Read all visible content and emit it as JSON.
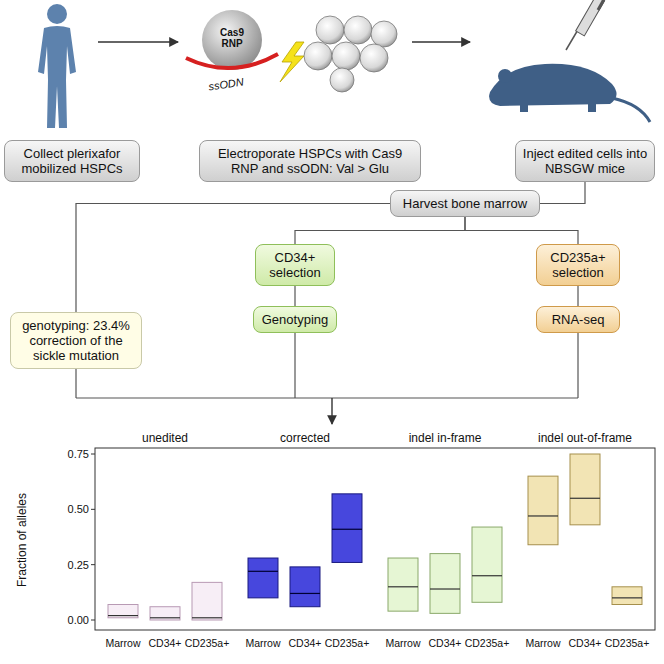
{
  "diagram": {
    "nodes": [
      {
        "text": [
          "Collect plerixafor mobilized HSPCs"
        ]
      },
      {
        "text": [
          "Electroporate HSPCs with Cas9 RNP and ssODN: Val > Glu"
        ]
      },
      {
        "text": [
          "Inject edited cells into NBSGW mice"
        ]
      },
      {
        "text": [
          "Harvest bone marrow"
        ]
      },
      {
        "text": [
          "genotyping: 23.4% correction of the sickle mutation"
        ]
      },
      {
        "text": [
          "CD34+ selection"
        ]
      },
      {
        "text": [
          "Genotyping"
        ]
      },
      {
        "text": [
          "CD235a+ selection"
        ]
      },
      {
        "text": [
          "RNA-seq"
        ]
      }
    ],
    "edges": [
      {
        "from": 2,
        "to": 3,
        "arrow": "none"
      },
      {
        "from": 3,
        "to": 4,
        "arrow": "none"
      },
      {
        "from": 3,
        "to": 5,
        "arrow": "none"
      },
      {
        "from": 3,
        "to": 7,
        "arrow": "none"
      },
      {
        "from": 5,
        "to": 6,
        "arrow": "none"
      },
      {
        "from": 7,
        "to": 8,
        "arrow": "none"
      }
    ],
    "labels": [
      "Cas9 RNP",
      "ssODN",
      "unedited",
      "corrected",
      "indel in-frame",
      "indel out-of-frame",
      "0.75",
      "0.50",
      "0.25",
      "0.00",
      "Fraction of alleles",
      "Marrow",
      "CD34+",
      "CD235a+",
      "Marrow",
      "CD34+",
      "CD235a+",
      "Marrow",
      "CD34+",
      "CD235a+",
      "Marrow",
      "CD34+",
      "CD235a+"
    ]
  }
}
